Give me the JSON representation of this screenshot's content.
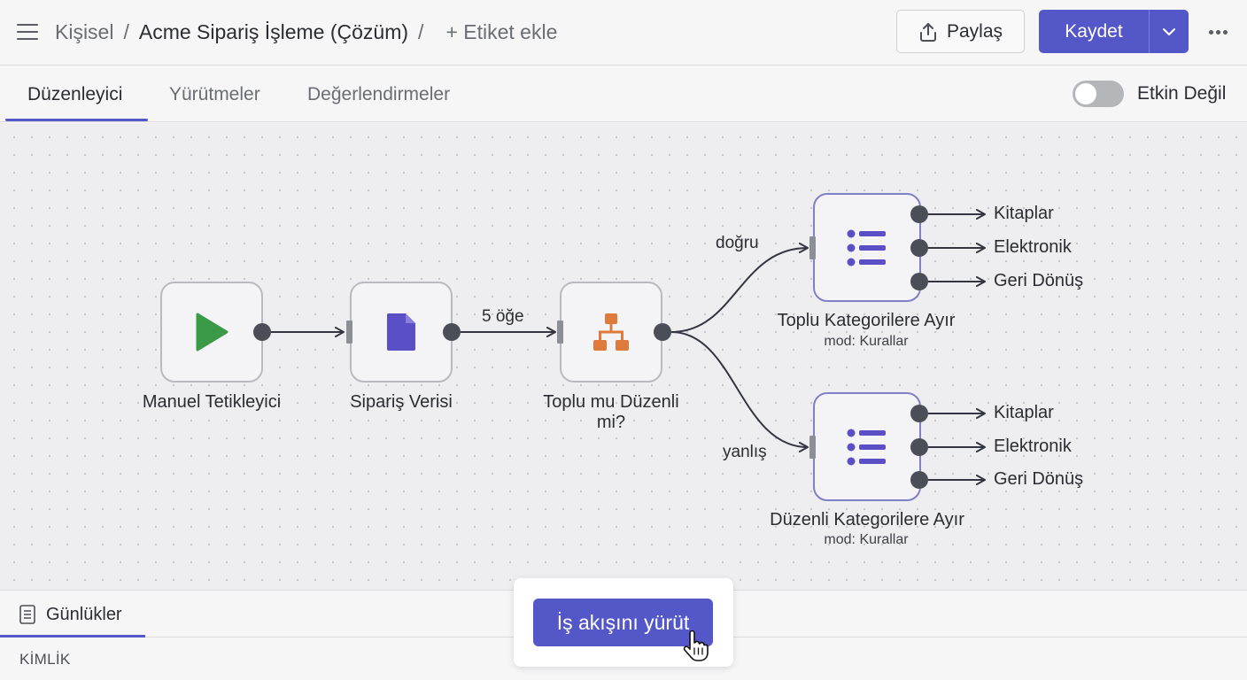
{
  "header": {
    "breadcrumb_personal": "Kişisel",
    "separator": "/",
    "workflow_title": "Acme Sipariş İşleme (Çözüm)",
    "add_tag": "+ Etiket ekle",
    "share_label": "Paylaş",
    "save_label": "Kaydet",
    "icons": {
      "menu": "hamburger-icon",
      "share": "upload-icon",
      "save_dropdown": "chevron-down-icon",
      "more": "ellipsis-icon"
    }
  },
  "tabs": [
    {
      "label": "Düzenleyici",
      "active": true
    },
    {
      "label": "Yürütmeler",
      "active": false
    },
    {
      "label": "Değerlendirmeler",
      "active": false
    }
  ],
  "activation": {
    "label": "Etkin Değil",
    "enabled": false
  },
  "canvas": {
    "nodes": [
      {
        "id": "trigger",
        "label": "Manuel Tetikleyici",
        "icon": "play-icon",
        "color": "#3a9a47"
      },
      {
        "id": "data",
        "label": "Sipariş Verisi",
        "icon": "document-icon",
        "color": "#5b4fc7"
      },
      {
        "id": "switch",
        "label": "Toplu mu Düzenli mi?",
        "icon": "sitemap-icon",
        "color": "#de7a3c"
      },
      {
        "id": "bulk",
        "label": "Toplu Kategorilere Ayır",
        "subtitle": "mod: Kurallar",
        "icon": "list-icon",
        "color": "#5b4fc7",
        "outputs": [
          "Kitaplar",
          "Elektronik",
          "Geri Dönüş"
        ]
      },
      {
        "id": "regular",
        "label": "Düzenli Kategorilere Ayır",
        "subtitle": "mod: Kurallar",
        "icon": "list-icon",
        "color": "#5b4fc7",
        "outputs": [
          "Kitaplar",
          "Elektronik",
          "Geri Dönüş"
        ]
      }
    ],
    "edge_labels": {
      "items": "5 öğe",
      "true_branch": "doğru",
      "false_branch": "yanlış"
    }
  },
  "logs": {
    "tab_label": "Günlükler",
    "column_id": "KİMLİK",
    "icon": "document-lines-icon"
  },
  "run_button": {
    "label": "İş akışını yürüt"
  },
  "colors": {
    "accent": "#5457c8",
    "edge": "#333640",
    "handle": "#4b4e57"
  }
}
